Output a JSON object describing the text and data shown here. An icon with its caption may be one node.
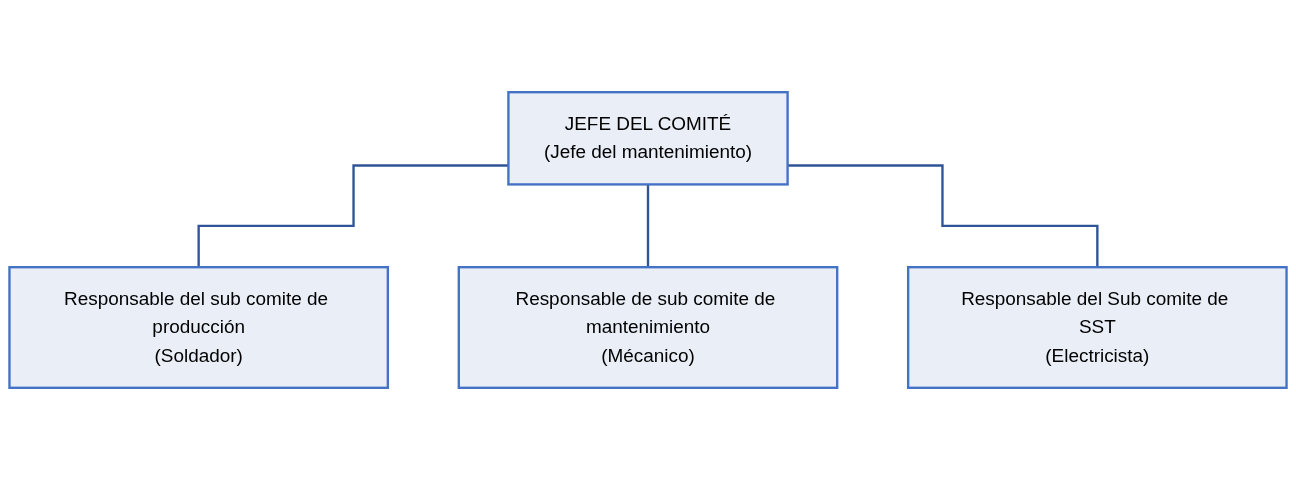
{
  "diagram": {
    "nodes": [
      {
        "text": [
          "JEFE DEL COMITÉ",
          "(Jefe del mantenimiento)"
        ]
      },
      {
        "text": [
          "Responsable del sub comite de producción",
          "(Soldador)"
        ]
      },
      {
        "text": [
          "Responsable de sub comite de mantenimiento",
          "(Mécanico)"
        ]
      },
      {
        "text": [
          "Responsable del Sub comite de SST",
          "(Electricista)"
        ]
      }
    ],
    "edges": [
      {
        "from": 0,
        "to": 1,
        "arrow": "none"
      },
      {
        "from": 0,
        "to": 2,
        "arrow": "none"
      },
      {
        "from": 0,
        "to": 3,
        "arrow": "none"
      }
    ]
  }
}
